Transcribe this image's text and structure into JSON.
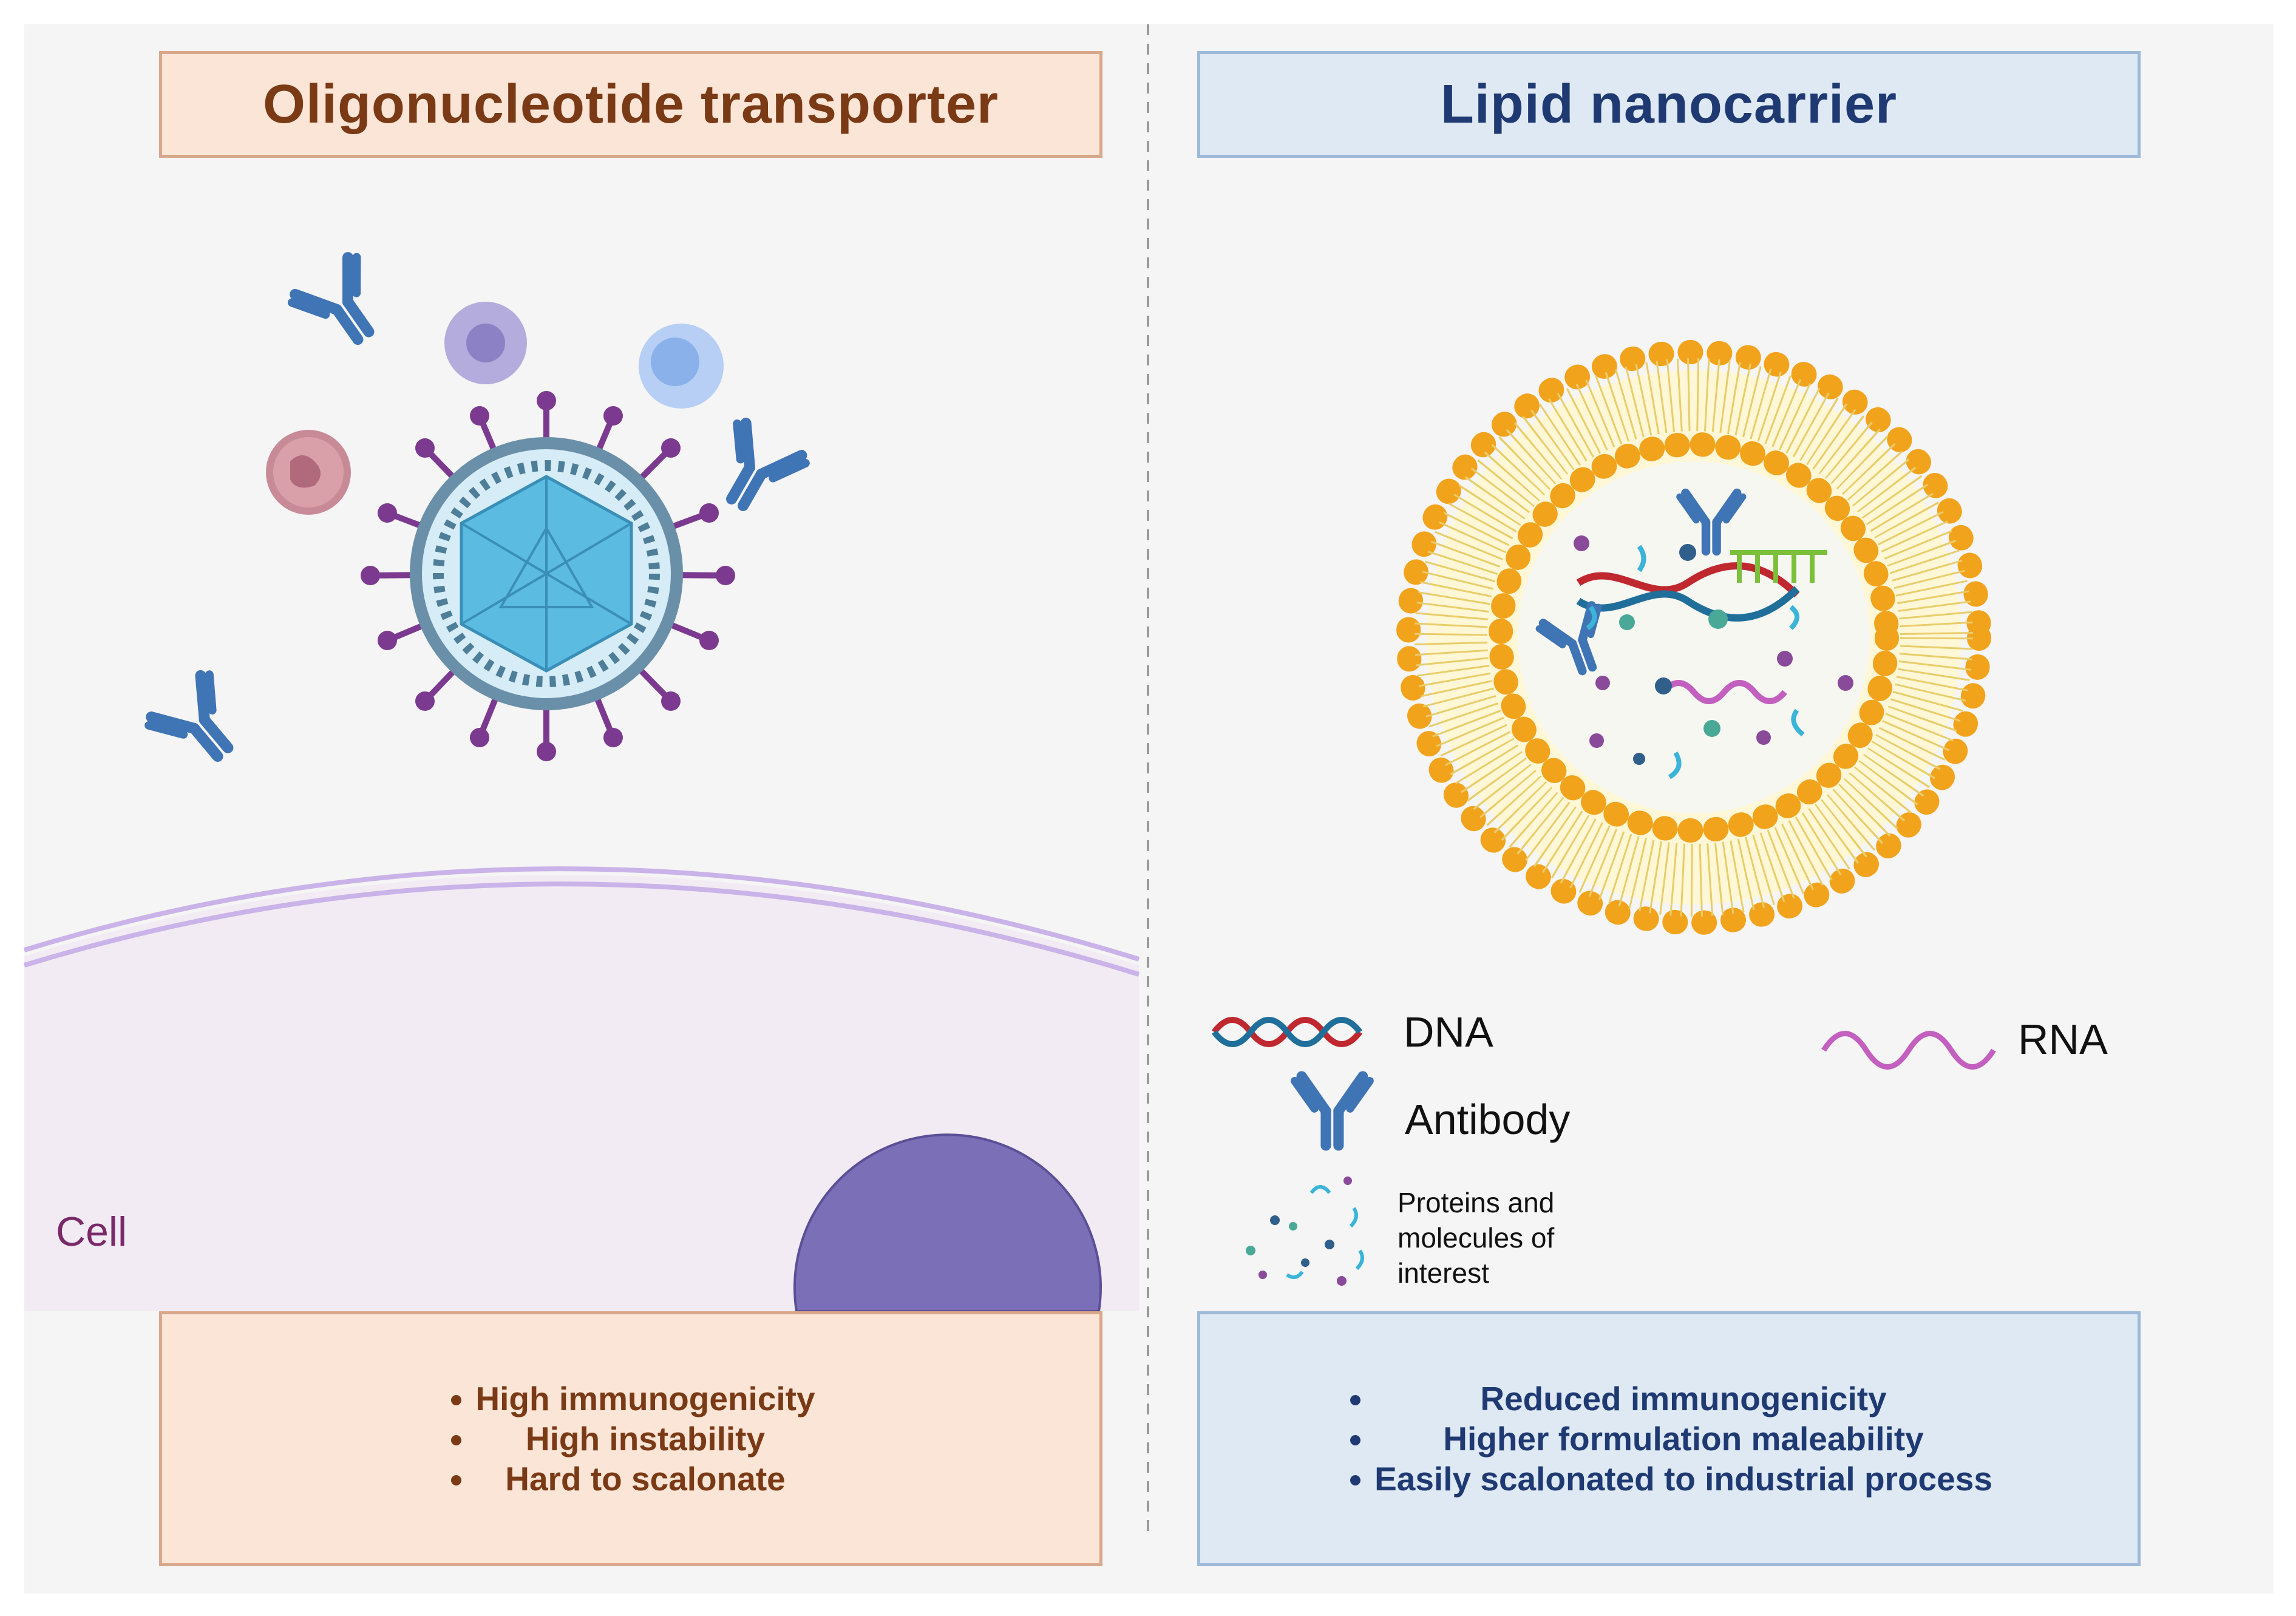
{
  "left_panel": {
    "title": "Oligonucleotide transporter",
    "cell_label": "Cell",
    "bullets": [
      "High immunogenicity",
      "High instability",
      "Hard to scalonate"
    ]
  },
  "right_panel": {
    "title": "Lipid nanocarrier",
    "bullets": [
      "Reduced immunogenicity",
      "Higher formulation maleability",
      "Easily scalonated to industrial process"
    ]
  },
  "legend": {
    "dna": "DNA",
    "rna": "RNA",
    "antibody": "Antibody",
    "proteins": "Proteins and molecules of interest"
  },
  "colors": {
    "left_accent": "#7a3a16",
    "right_accent": "#1f3a72",
    "lipid": "#f2a31c",
    "antibody": "#3f74b5",
    "virus_capsid": "#5bbbe0",
    "spike": "#7b3a8f",
    "nucleus": "#7b6fb7"
  }
}
